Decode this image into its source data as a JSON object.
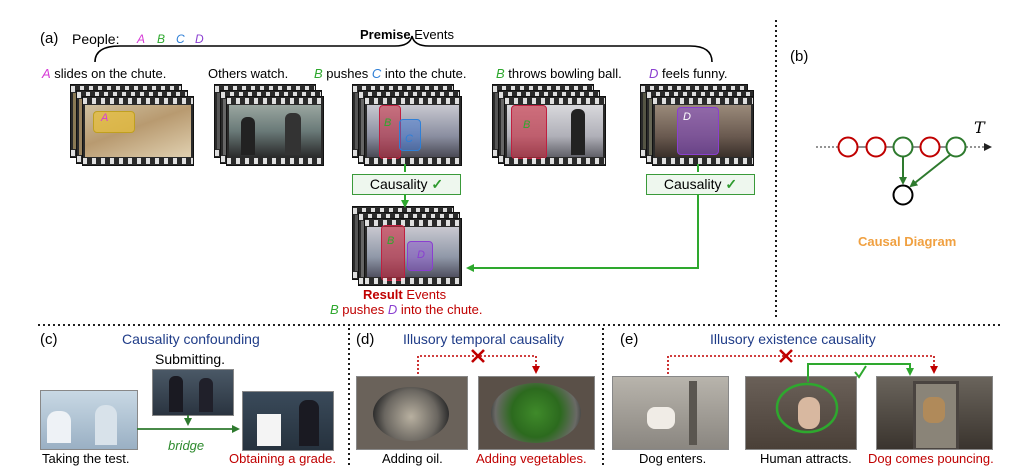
{
  "panel_a": {
    "label": "(a)",
    "people_label": "People:",
    "people": [
      {
        "letter": "A",
        "color": "#d63bd6"
      },
      {
        "letter": "B",
        "color": "#2ea82e"
      },
      {
        "letter": "C",
        "color": "#2f7fd6"
      },
      {
        "letter": "D",
        "color": "#8a3fd0"
      }
    ],
    "premise_title_bold": "Premise",
    "premise_title_rest": "Events",
    "events": [
      {
        "letter": "A",
        "text": " slides on the chute."
      },
      {
        "letter": "",
        "text": "Others watch."
      },
      {
        "letter": "B",
        "text": " pushes "
      },
      {
        "letter": "C",
        "text": " into the chute."
      },
      {
        "letter": "B",
        "text": " throws bowling ball."
      },
      {
        "letter": "D",
        "text": " feels funny."
      }
    ],
    "frame_letters": {
      "f1": "A",
      "f3a": "B",
      "f3b": "C",
      "f4": "B",
      "f5": "D",
      "result_b": "B",
      "result_d": "D"
    },
    "causality_label": "Causality",
    "check": "✓",
    "result_title_bold": "Result",
    "result_title_rest": "Events",
    "result_caption": {
      "b": "B",
      "mid": " pushes ",
      "d": "D",
      "end": " into the chute."
    }
  },
  "panel_b": {
    "label": "(b)",
    "time_symbol": "T",
    "caption": "Causal Diagram",
    "caption_color": "#f0a040"
  },
  "panel_c": {
    "label": "(c)",
    "title": "Causality confounding",
    "submitting": "Submitting.",
    "bridge": "bridge",
    "left_caption": "Taking the test.",
    "right_caption": "Obtaining a grade."
  },
  "panel_d": {
    "label": "(d)",
    "title": "Illusory temporal causality",
    "left_caption": "Adding oil.",
    "right_caption": "Adding vegetables."
  },
  "panel_e": {
    "label": "(e)",
    "title": "Illusory existence causality",
    "captions": [
      "Dog enters.",
      "Human attracts.",
      "Dog comes pouncing."
    ]
  },
  "colors": {
    "green": "#2ea82e",
    "red": "#c00000",
    "navy": "#1f3c88",
    "brown": "#7a4a10"
  }
}
